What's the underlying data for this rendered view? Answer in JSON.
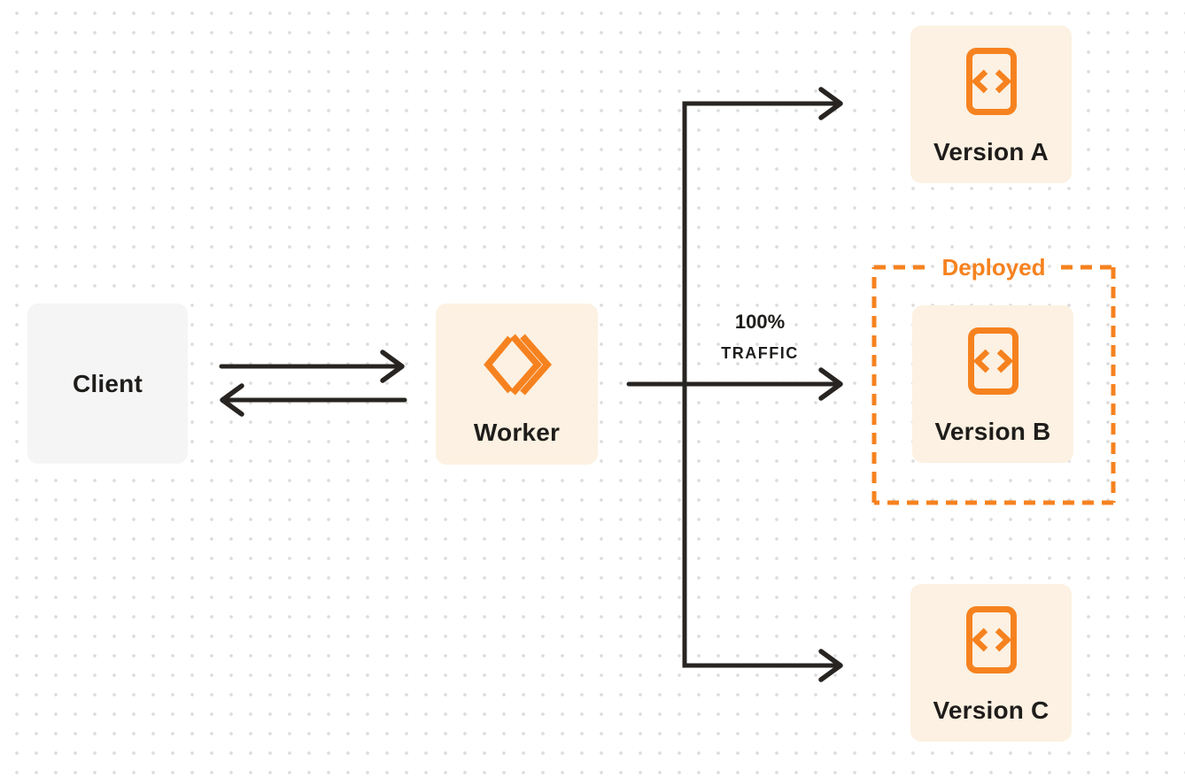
{
  "nodes": {
    "client": {
      "label": "Client"
    },
    "worker": {
      "label": "Worker"
    },
    "versions": [
      {
        "label": "Version A"
      },
      {
        "label": "Version B"
      },
      {
        "label": "Version C"
      }
    ]
  },
  "annotations": {
    "deployed_label": "Deployed",
    "traffic_line1": "100%",
    "traffic_line2": "TRAFFIC"
  },
  "edges": [
    {
      "from": "client",
      "to": "worker",
      "direction": "right"
    },
    {
      "from": "worker",
      "to": "client",
      "direction": "left"
    },
    {
      "from": "worker",
      "to": "version_a",
      "direction": "right"
    },
    {
      "from": "worker",
      "to": "version_b",
      "direction": "right",
      "label": "100% TRAFFIC"
    },
    {
      "from": "worker",
      "to": "version_c",
      "direction": "right"
    }
  ],
  "icons": {
    "worker": "cloudflare-workers-logo-icon",
    "version": "code-file-icon"
  },
  "colors": {
    "accent_orange": "#F6821F",
    "node_cream_bg": "#FCF1E2",
    "client_gray_bg": "#F5F5F6",
    "arrow_dark": "#272421",
    "text_dark": "#1F1D1B",
    "dot_grid": "#DCDCDC",
    "page_bg": "#FFFFFF"
  }
}
